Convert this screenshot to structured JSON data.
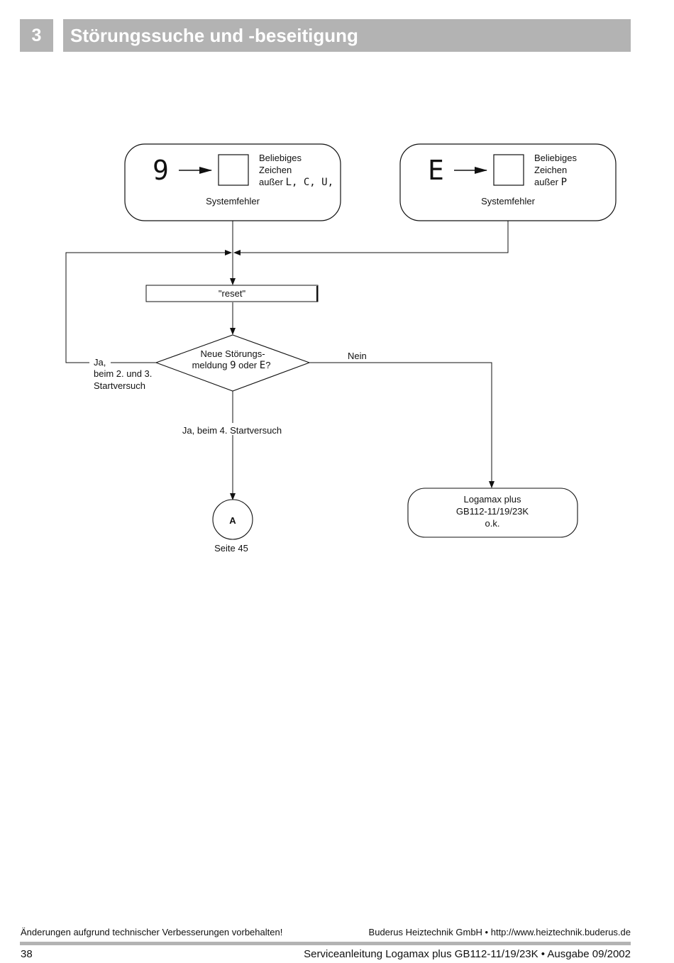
{
  "header": {
    "chapter_number": "3",
    "chapter_title": "Störungssuche und -beseitigung"
  },
  "flowchart": {
    "box_left": {
      "display_code": "9",
      "desc_line1": "Beliebiges",
      "desc_line2": "Zeichen",
      "desc_line3_prefix": "außer ",
      "desc_line3_codes": "L, C, U,",
      "label": "Systemfehler"
    },
    "box_right": {
      "display_code": "E",
      "desc_line1": "Beliebiges",
      "desc_line2": "Zeichen",
      "desc_line3_prefix": "außer ",
      "desc_line3_codes": "P",
      "label": "Systemfehler"
    },
    "reset_label": "\"reset\"",
    "decision": {
      "line1": "Neue Störungs-",
      "line2_prefix": "meldung ",
      "code_a": "9",
      "line2_mid": " oder ",
      "code_b": "E",
      "line2_suffix": "?"
    },
    "yes_loop_label": {
      "line1": "Ja,",
      "line2": "beim 2. und 3.",
      "line3": "Startversuch"
    },
    "no_label": "Nein",
    "yes_4_label": "Ja, beim 4. Startversuch",
    "connector": {
      "letter": "A",
      "page_ref": "Seite 45"
    },
    "ok_box": {
      "line1": "Logamax plus",
      "line2": "GB112-11/19/23K",
      "line3": "o.k."
    }
  },
  "footer": {
    "note": "Änderungen aufgrund technischer Verbesserungen vorbehalten!",
    "company": "Buderus Heiztechnik GmbH • http://www.heiztechnik.buderus.de",
    "page_number": "38",
    "doc_title": "Serviceanleitung Logamax plus GB112-11/19/23K • Ausgabe 09/2002"
  },
  "colors": {
    "header_bar": "#b3b3b3",
    "line": "#111111"
  }
}
